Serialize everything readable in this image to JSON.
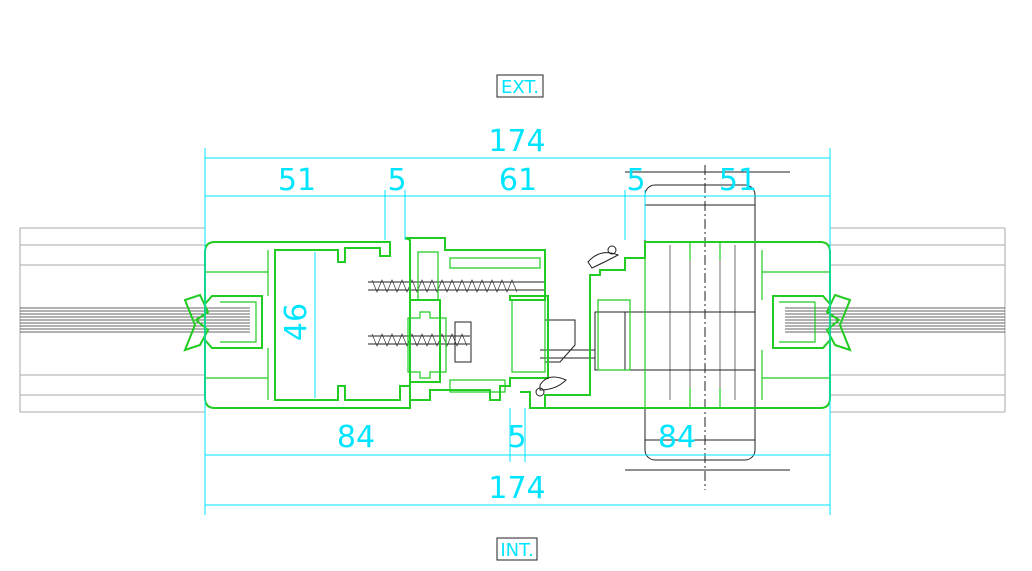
{
  "labels": {
    "exterior": "EXT.",
    "interior": "INT."
  },
  "dimensions": {
    "top_total": "174",
    "top_left": "51",
    "top_gap_left": "5",
    "top_center": "61",
    "top_gap_right": "5",
    "top_right": "51",
    "height": "46",
    "bottom_left": "84",
    "bottom_gap": "5",
    "bottom_right": "84",
    "bottom_total": "174"
  },
  "colors": {
    "dimension": "#00e5ff",
    "profile": "#22cc22",
    "detail": "#222222"
  }
}
